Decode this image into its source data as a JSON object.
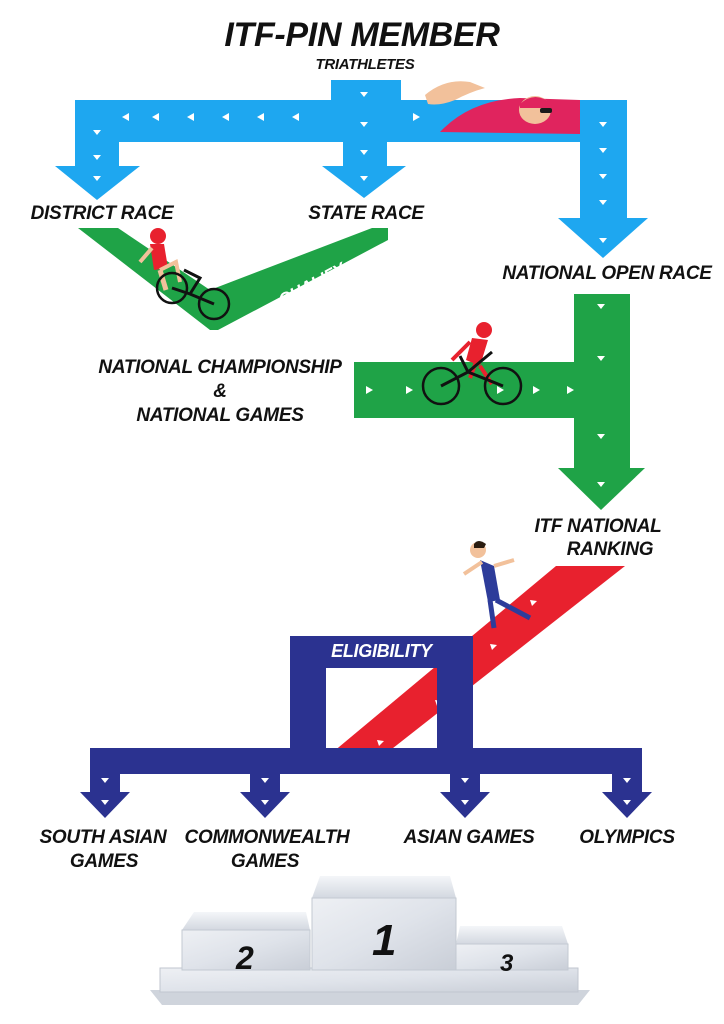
{
  "colors": {
    "blue_arrow": "#1ea7f0",
    "green_arrow": "#1fa347",
    "red_track": "#e8212e",
    "navy": "#2b3290",
    "podium": "#dfe3ea"
  },
  "title": "ITF-PIN MEMBER",
  "subtitle": "TRIATHLETES",
  "labels": {
    "district_race": "DISTRICT RACE",
    "state_race": "STATE RACE",
    "qualify": "QUALIFY",
    "national_open_race": "NATIONAL OPEN RACE",
    "national_championship": [
      "NATIONAL CHAMPIONSHIP",
      "&",
      "NATIONAL GAMES"
    ],
    "itf_ranking": [
      "ITF NATIONAL",
      "RANKING"
    ],
    "eligibility": "ELIGIBILITY"
  },
  "destinations": {
    "south_asian": [
      "SOUTH ASIAN",
      "GAMES"
    ],
    "commonwealth": [
      "COMMONWEALTH",
      "GAMES"
    ],
    "asian": "ASIAN GAMES",
    "olympics": "OLYMPICS"
  },
  "podium": {
    "first": "1",
    "second": "2",
    "third": "3"
  },
  "icons": {
    "swimmer": "swimmer-icon",
    "cyclist_female": "female-cyclist-icon",
    "cyclist": "cyclist-icon",
    "runner": "runner-icon"
  }
}
